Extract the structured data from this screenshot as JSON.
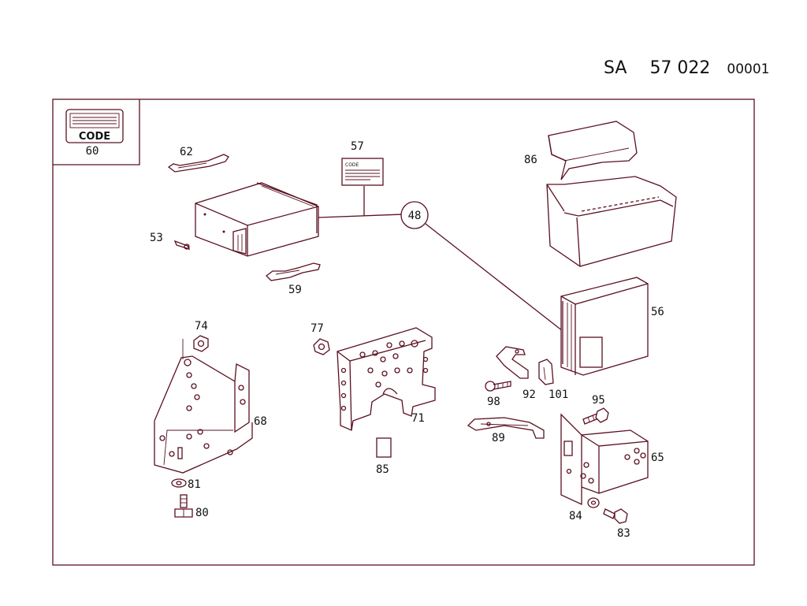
{
  "header": {
    "prefix": "SA",
    "number": "57 022",
    "sub": "00001"
  },
  "inset": {
    "code_text": "CODE",
    "label": "60"
  },
  "callout": "48",
  "labels": {
    "p53": "53",
    "p56": "56",
    "p57": "57",
    "p59": "59",
    "p62": "62",
    "p65": "65",
    "p68": "68",
    "p71": "71",
    "p74": "74",
    "p77": "77",
    "p80": "80",
    "p81": "81",
    "p83": "83",
    "p84": "84",
    "p85": "85",
    "p86": "86",
    "p89": "89",
    "p92": "92",
    "p95": "95",
    "p98": "98",
    "p101": "101"
  },
  "sticker_text": "CODE",
  "colors": {
    "line": "#5a1020",
    "text": "#111111",
    "background": "#ffffff"
  }
}
